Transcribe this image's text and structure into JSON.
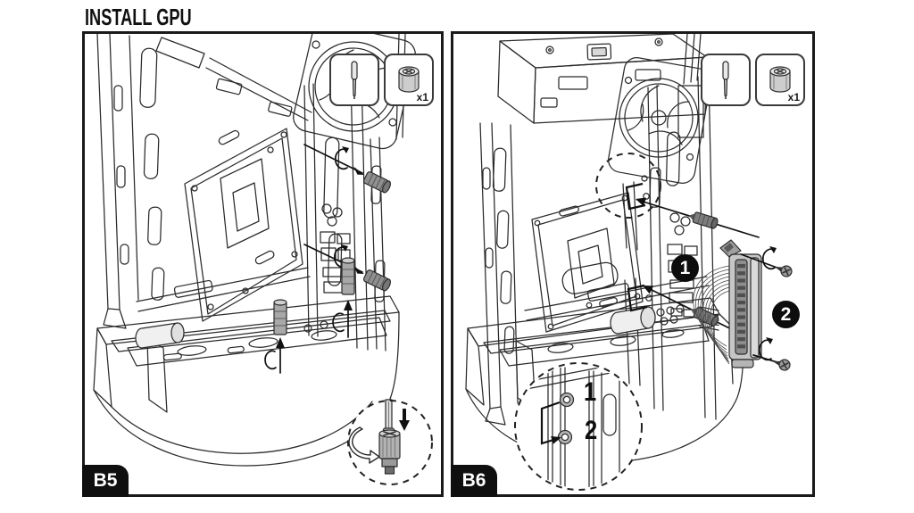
{
  "page": {
    "title": "INSTALL GPU"
  },
  "colors": {
    "line": "#2b2b2b",
    "metal_light": "#d9d9d9",
    "metal_mid": "#a0a0a0",
    "metal_dark": "#6f6f6f",
    "badge_bg": "#0d0d0d",
    "badge_text": "#ffffff"
  },
  "panels": [
    {
      "label": "B5",
      "tools": [
        {
          "name": "precision screwdriver",
          "icon": "screwdriver-icon"
        },
        {
          "name": "gpu standoff",
          "icon": "standoff-icon",
          "quantity": "x1"
        }
      ]
    },
    {
      "label": "B6",
      "tools": [
        {
          "name": "precision screwdriver",
          "icon": "screwdriver-icon"
        },
        {
          "name": "gpu standoff",
          "icon": "standoff-icon",
          "quantity": "x1"
        }
      ],
      "step_badges": [
        "1",
        "2"
      ],
      "detail_hole_labels": [
        "1",
        "2"
      ]
    }
  ]
}
